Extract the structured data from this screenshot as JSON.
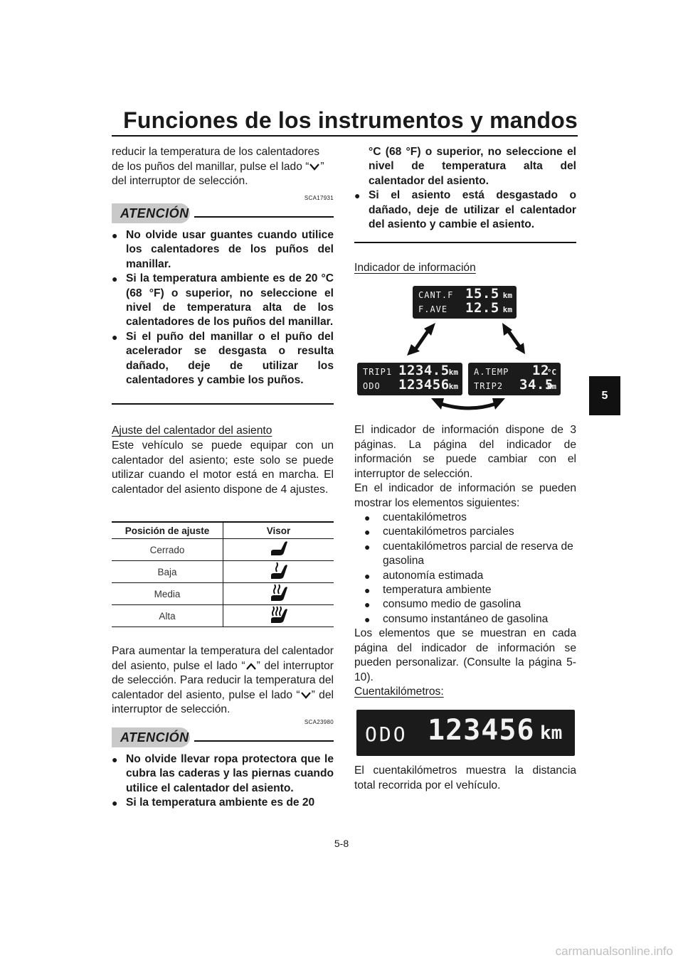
{
  "header": {
    "title": "Funciones de los instrumentos y mandos",
    "chapter": "5"
  },
  "left": {
    "intro": [
      "reducir la temperatura de los calentadores",
      "de los puños del manillar, pulse el lado “",
      "”",
      "del interruptor de selección."
    ],
    "atencion1": {
      "label": "ATENCIÓN",
      "code": "SCA17931",
      "items": [
        "No olvide usar guantes cuando utilice los calentadores de los puños del manillar.",
        "Si la temperatura ambiente es de 20 °C (68 °F) o superior, no seleccione el nivel de temperatura alta de los calentadores de los puños del manillar.",
        "Si el puño del manillar o el puño del acelerador se desgasta o resulta dañado, deje de utilizar los calentadores y cambie los puños."
      ]
    },
    "seat_heading": "Ajuste del calentador del asiento",
    "seat_text": "Este vehículo se puede equipar con un calentador del asiento; este solo se puede utilizar cuando el motor está en marcha. El calentador del asiento dispone de 4 ajustes.",
    "table": {
      "headers": [
        "Posición de ajuste",
        "Visor"
      ],
      "rows": [
        "Cerrado",
        "Baja",
        "Media",
        "Alta"
      ]
    },
    "raise_text": [
      "Para aumentar la temperatura del calentador del asiento, pulse el lado “",
      "” del interruptor de selección. Para reducir la temperatura del calentador del asiento, pulse el lado “",
      "” del interruptor de selección."
    ],
    "atencion2": {
      "label": "ATENCIÓN",
      "code": "SCA23980",
      "items": [
        "No olvide llevar ropa protectora que le cubra las caderas y las piernas cuando utilice el calentador del asiento.",
        "Si la temperatura ambiente es de 20"
      ]
    }
  },
  "right": {
    "cont_items": [
      "°C (68 °F) o superior, no seleccione el nivel de temperatura alta del calentador del asiento.",
      "Si el asiento está desgastado o dañado, deje de utilizar el calentador del asiento y cambie el asiento."
    ],
    "info_heading": "Indicador de información",
    "lcd_top": {
      "r1_label": "CANT.F",
      "r1_value": "15.5",
      "r1_unit": "km",
      "r2_label": "F.AVE",
      "r2_value": "12.5",
      "r2_unit": "km"
    },
    "lcd_left": {
      "r1_label": "TRIP1",
      "r1_value": "1234.5",
      "r1_unit": "km",
      "r2_label": "ODO",
      "r2_value": "123456",
      "r2_unit": "km"
    },
    "lcd_right": {
      "r1_label": "A.TEMP",
      "r1_value": "12",
      "r1_unit": "°C",
      "r2_label": "TRIP2",
      "r2_value": "34.5",
      "r2_unit": "km"
    },
    "info_text1": "El indicador de información dispone de 3 páginas. La página del indicador de información se puede cambiar con el interruptor de selección.",
    "info_text2": "En el indicador de información se pueden mostrar los elementos siguientes:",
    "items": [
      "cuentakilómetros",
      "cuentakilómetros parciales",
      "cuentakilómetros parcial de reserva de gasolina",
      "autonomía estimada",
      "temperatura ambiente",
      "consumo medio de gasolina",
      "consumo instantáneo de gasolina"
    ],
    "info_text3": "Los elementos que se muestran en cada página del indicador de información se pueden personalizar. (Consulte la página 5-10).",
    "odo_heading": "Cuentakilómetros:",
    "odo_display": {
      "label": "ODO",
      "value": "123456",
      "unit": "km"
    },
    "odo_text": "El cuentakilómetros muestra la distancia total recorrida por el vehículo."
  },
  "footer": {
    "page": "5-8",
    "watermark": "carmanualsonline.info"
  }
}
